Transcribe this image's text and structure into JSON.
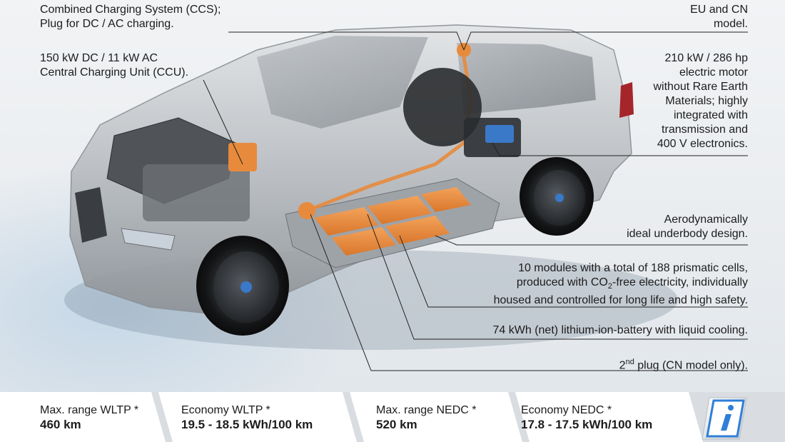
{
  "annotations": {
    "ccs_line1": "Combined Charging System (CCS);",
    "ccs_line2": "Plug for DC / AC charging.",
    "ccu_line1": "150 kW DC / 11 kW AC",
    "ccu_line2": "Central Charging Unit (CCU).",
    "eu_line1": "EU and CN",
    "eu_line2": "model.",
    "motor_line1": "210 kW / 286 hp",
    "motor_line2": "electric motor",
    "motor_line3": "without Rare Earth",
    "motor_line4": "Materials; highly",
    "motor_line5": "integrated with",
    "motor_line6": "transmission and",
    "motor_line7": "400 V electronics.",
    "aero_line1": "Aerodynamically",
    "aero_line2": "ideal underbody design.",
    "modules_line1": "10 modules with a total of 188 prismatic cells,",
    "modules_line2_pre": "produced with CO",
    "modules_line2_sub": "2",
    "modules_line2_post": "-free electricity, individually",
    "modules_line3": "housed and controlled for long life and high safety.",
    "battery_line": "74 kWh (net) lithium-ion-battery with liquid cooling.",
    "plug2_pre": "2",
    "plug2_sup": "nd",
    "plug2_post": " plug (CN model only)."
  },
  "stats": [
    {
      "label": "Max. range WLTP *",
      "value": "460 km"
    },
    {
      "label": "Economy WLTP *",
      "value": "19.5 - 18.5 kWh/100 km"
    },
    {
      "label": "Max. range NEDC *",
      "value": "520 km"
    },
    {
      "label": "Economy NEDC *",
      "value": "17.8 - 17.5 kWh/100 km"
    }
  ],
  "brand": {
    "logo": "bmw-i-logo",
    "accent": "#2f7fd8",
    "battery_color": "#e88a3c"
  }
}
